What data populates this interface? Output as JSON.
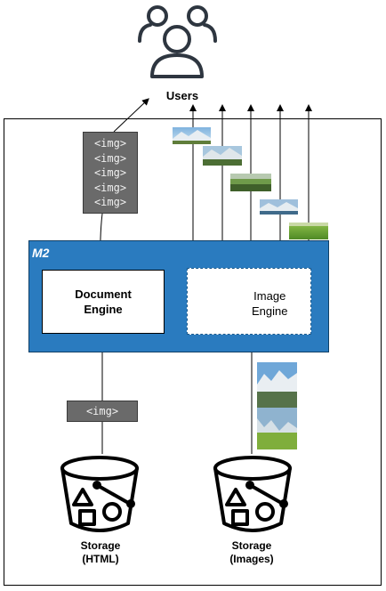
{
  "users": {
    "label": "Users",
    "icon": "users-group-icon"
  },
  "m2": {
    "label": "M2",
    "color": "#2a7bbf"
  },
  "document_engine": {
    "line1": "Document",
    "line2": "Engine"
  },
  "image_engine": {
    "line1": "Image",
    "line2": "Engine"
  },
  "img_stack": [
    "<img>",
    "<img>",
    "<img>",
    "<img>",
    "<img>"
  ],
  "img_tag": "<img>",
  "storage_html": {
    "line1": "Storage",
    "line2": "(HTML)",
    "icon": "bucket-icon"
  },
  "storage_images": {
    "line1": "Storage",
    "line2": "(Images)",
    "icon": "bucket-icon"
  }
}
